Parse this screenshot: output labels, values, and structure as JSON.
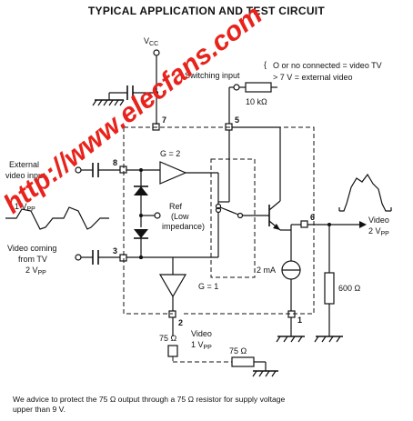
{
  "title": "TYPICAL APPLICATION AND TEST CIRCUIT",
  "labels": {
    "vcc": "V",
    "vcc_sub": "CC",
    "switching_input": "Switching input",
    "switch_opt1": "O or no connected = video TV",
    "switch_opt2": "> 7 V = external video",
    "r_10k": "10 kΩ",
    "gain2": "G = 2",
    "gain1": "G = 1",
    "ref": "Ref",
    "ref_sub1": "(Low",
    "ref_sub2": "impedance)",
    "ext_video_1": "External",
    "ext_video_2": "video input",
    "ext_vpp": "1 V",
    "ext_vpp_sub": "PP",
    "tv_1": "Video coming",
    "tv_2": "from TV",
    "tv_vpp": "2 V",
    "tv_vpp_sub": "PP",
    "out_video": "Video",
    "out_vpp": "2 V",
    "out_vpp_sub": "PP",
    "current_source": "2 mA",
    "r_600": "600 Ω",
    "r_75_left": "75 Ω",
    "video_1vpp_1": "Video",
    "video_1vpp_2": "1 V",
    "video_1vpp_sub": "PP",
    "r_75_bottom": "75 Ω"
  },
  "pins": [
    "7",
    "5",
    "8",
    "3",
    "6",
    "2",
    "1"
  ],
  "watermark": "http://www.elecfans.com",
  "note": {
    "line1": "We advice to protect the 75 Ω output through a 75 Ω resistor for supply voltage",
    "line2": "upper than 9 V."
  },
  "colors": {
    "ink": "#111111",
    "watermark": "#e8231c",
    "background": "#ffffff"
  }
}
